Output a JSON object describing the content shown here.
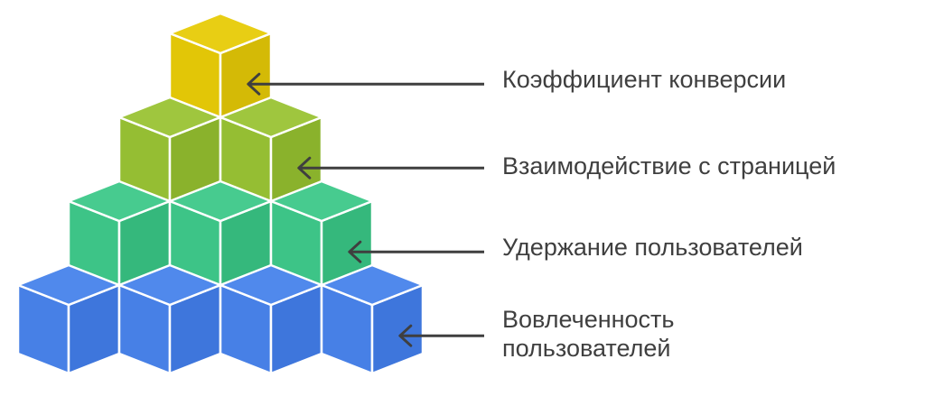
{
  "diagram": {
    "levels": [
      {
        "label_lines": [
          "Коэффициент конверсии"
        ],
        "cube_count": 1,
        "color": "#E2C607",
        "side_color": "#D4BA06",
        "top_color": "#E8CE14"
      },
      {
        "label_lines": [
          "Взаимодействие с страницей"
        ],
        "cube_count": 2,
        "color": "#95BE33",
        "side_color": "#8AB22C",
        "top_color": "#9FC63E"
      },
      {
        "label_lines": [
          "Удержание пользователей"
        ],
        "cube_count": 3,
        "color": "#3DC487",
        "side_color": "#35B87C",
        "top_color": "#47CB8F"
      },
      {
        "label_lines": [
          "Вовлеченность",
          "пользователей"
        ],
        "cube_count": 4,
        "color": "#4780E6",
        "side_color": "#3E76DC",
        "top_color": "#5089EC"
      }
    ],
    "connector_color": "#3f3f3f",
    "edge_color": "#ffffff"
  }
}
